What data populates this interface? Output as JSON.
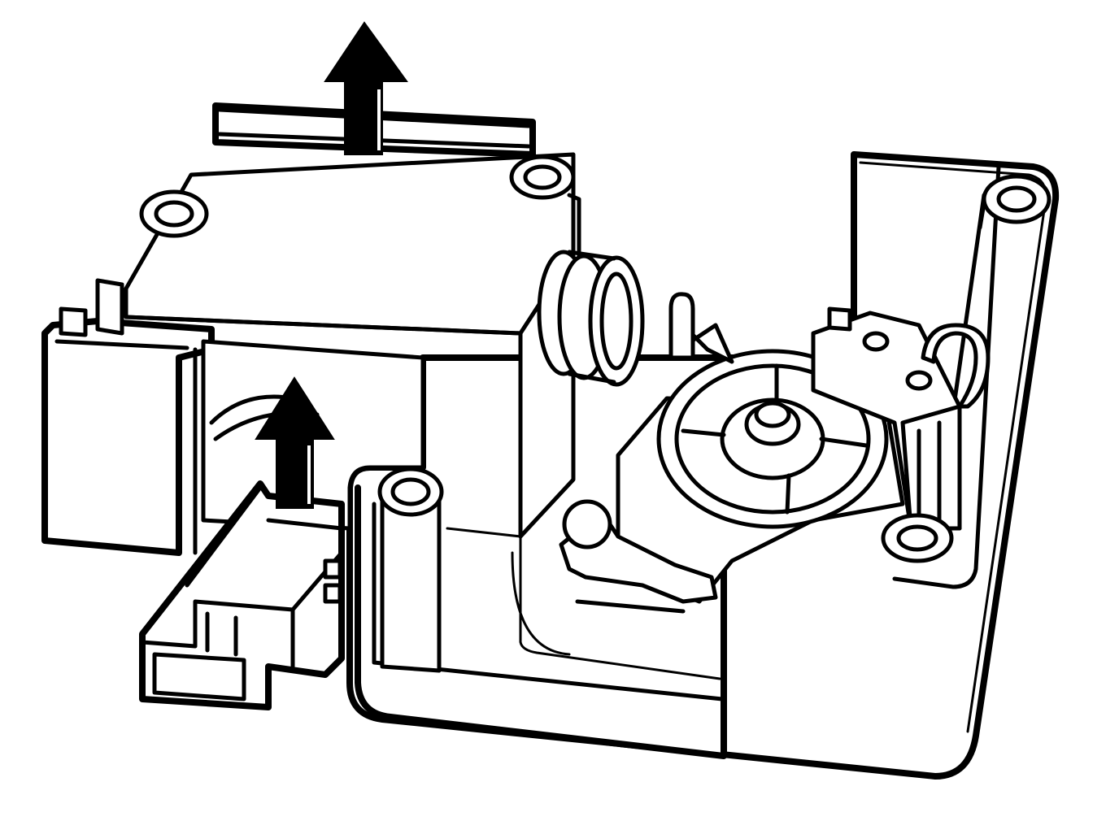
{
  "figure": {
    "subject": "",
    "colors": {
      "line": "#000000",
      "background": "#ffffff",
      "arrow_fill": "#000000"
    },
    "arrows": [
      {
        "id": "cover-lift",
        "direction": "up"
      },
      {
        "id": "connector-lift",
        "direction": "up"
      }
    ],
    "labels": []
  }
}
